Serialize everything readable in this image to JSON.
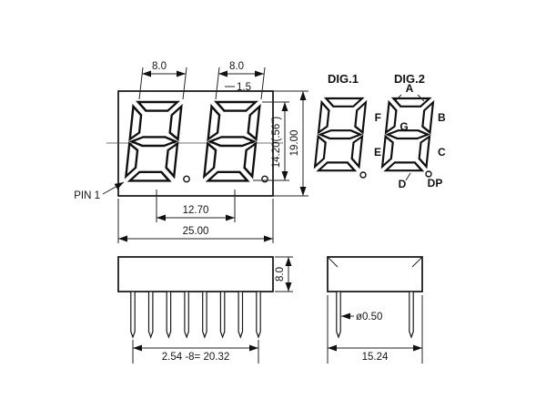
{
  "colors": {
    "ink": "#141414",
    "background": "#ffffff"
  },
  "front_view": {
    "dim_digit1_width": "8.0",
    "dim_digit2_width": "8.0",
    "dim_top_gap": "1.5",
    "dim_digit_height": "14.20(.56\")",
    "dim_body_height": "19.00",
    "dim_digit_pitch": "12.70",
    "dim_body_width": "25.00",
    "pin1_label": "PIN 1"
  },
  "segment_diagram": {
    "dig1_label": "DIG.1",
    "dig2_label": "DIG.2",
    "seg_a": "A",
    "seg_b": "B",
    "seg_c": "C",
    "seg_d": "D",
    "seg_e": "E",
    "seg_f": "F",
    "seg_g": "G",
    "seg_dp": "DP"
  },
  "side_view": {
    "dim_height": "8.0",
    "dim_pin_pitch": "2.54 -8= 20.32"
  },
  "end_view": {
    "dim_lead_dia": "ø0.50",
    "dim_depth": "15.24"
  }
}
